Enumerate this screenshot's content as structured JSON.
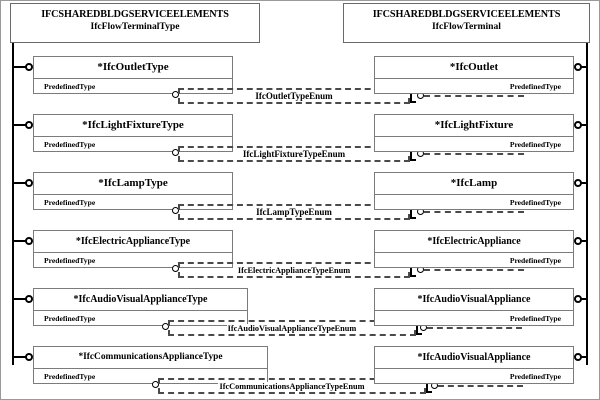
{
  "diagram": {
    "title": "IFC Flow Terminal type / occurrence EXPRESS-G diagram",
    "colors": {
      "line": "#7b7b7b",
      "spine": "#000000",
      "dashed": "#4a4a4a",
      "background": "#ffffff"
    },
    "left_schema": {
      "schema": "IFCSHAREDBLDGSERVICEELEMENTS",
      "entity": "IfcFlowTerminalType"
    },
    "right_schema": {
      "schema": "IFCSHAREDBLDGSERVICEELEMENTS",
      "entity": "IfcFlowTerminal"
    },
    "attribute_label": "PredefinedType",
    "rows": [
      {
        "type_entity": "*IfcOutletType",
        "enum": "IfcOutletTypeEnum",
        "occurrence_entity": "*IfcOutlet",
        "left_attribute": "PredefinedType",
        "right_attribute": "PredefinedType"
      },
      {
        "type_entity": "*IfcLightFixtureType",
        "enum": "IfcLightFixtureTypeEnum",
        "occurrence_entity": "*IfcLightFixture",
        "left_attribute": "PredefinedType",
        "right_attribute": "PredefinedType"
      },
      {
        "type_entity": "*IfcLampType",
        "enum": "IfcLampTypeEnum",
        "occurrence_entity": "*IfcLamp",
        "left_attribute": "PredefinedType",
        "right_attribute": "PredefinedType"
      },
      {
        "type_entity": "*IfcElectricApplianceType",
        "enum": "IfcElectricApplianceTypeEnum",
        "occurrence_entity": "*IfcElectricAppliance",
        "left_attribute": "PredefinedType",
        "right_attribute": "PredefinedType"
      },
      {
        "type_entity": "*IfcAudioVisualApplianceType",
        "enum": "IfcAudioVisualApplianceTypeEnum",
        "occurrence_entity": "*IfcAudioVisualAppliance",
        "left_attribute": "PredefinedType",
        "right_attribute": "PredefinedType"
      },
      {
        "type_entity": "*IfcCommunicationsApplianceType",
        "enum": "IfcCommunicationsApplianceTypeEnum",
        "occurrence_entity": "*IfcAudioVisualAppliance",
        "left_attribute": "PredefinedType",
        "right_attribute": "PredefinedType"
      }
    ]
  }
}
